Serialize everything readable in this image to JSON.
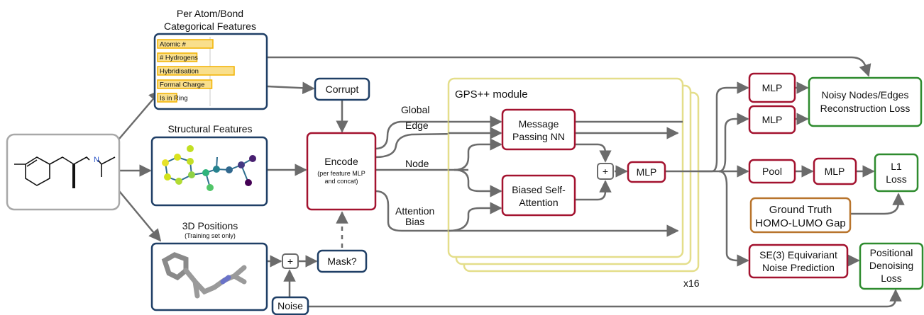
{
  "colors": {
    "navy": "#1f3f66",
    "red": "#a3122f",
    "green": "#2e8b2e",
    "gray_box": "#a8a8a8",
    "arrow": "#6b6b6b",
    "yellow": "#e4de8a",
    "orange": "#b8742c",
    "bar_fill": "#f9df8c",
    "bar_stroke": "#f2b200"
  },
  "sections": {
    "categorical_title_1": "Per Atom/Bond",
    "categorical_title_2": "Categorical Features",
    "structural_title": "Structural Features",
    "positions_title": "3D Positions",
    "positions_subtitle": "(Training set only)"
  },
  "features": [
    {
      "label": "Atomic #",
      "value": 0.52
    },
    {
      "label": "# Hydrogens",
      "value": 0.37
    },
    {
      "label": "Hybridisation",
      "value": 0.72
    },
    {
      "label": "Formal Charge",
      "value": 0.51
    },
    {
      "label": "Is in Ring",
      "value": 0.18
    }
  ],
  "boxes": {
    "corrupt": "Corrupt",
    "encode": "Encode",
    "encode_sub_1": "(per feature MLP",
    "encode_sub_2": "and concat)",
    "mask": "Mask?",
    "noise": "Noise",
    "message_1": "Message",
    "message_2": "Passing NN",
    "attention_1": "Biased Self-",
    "attention_2": "Attention",
    "mlp": "MLP",
    "pool": "Pool",
    "ground_truth_1": "Ground Truth",
    "ground_truth_2": "HOMO-LUMO Gap",
    "se3_1": "SE(3) Equivariant",
    "se3_2": "Noise Prediction"
  },
  "flow_labels": {
    "global": "Global",
    "edge": "Edge",
    "node": "Node",
    "attention_1": "Attention",
    "attention_2": "Bias"
  },
  "module": {
    "title": "GPS++ module",
    "repeat": "x16"
  },
  "losses": {
    "noisy_1": "Noisy Nodes/Edges",
    "noisy_2": "Reconstruction Loss",
    "l1_1": "L1",
    "l1_2": "Loss",
    "positional_1": "Positional",
    "positional_2": "Denoising",
    "positional_3": "Loss"
  },
  "symbols": {
    "plus": "+"
  }
}
